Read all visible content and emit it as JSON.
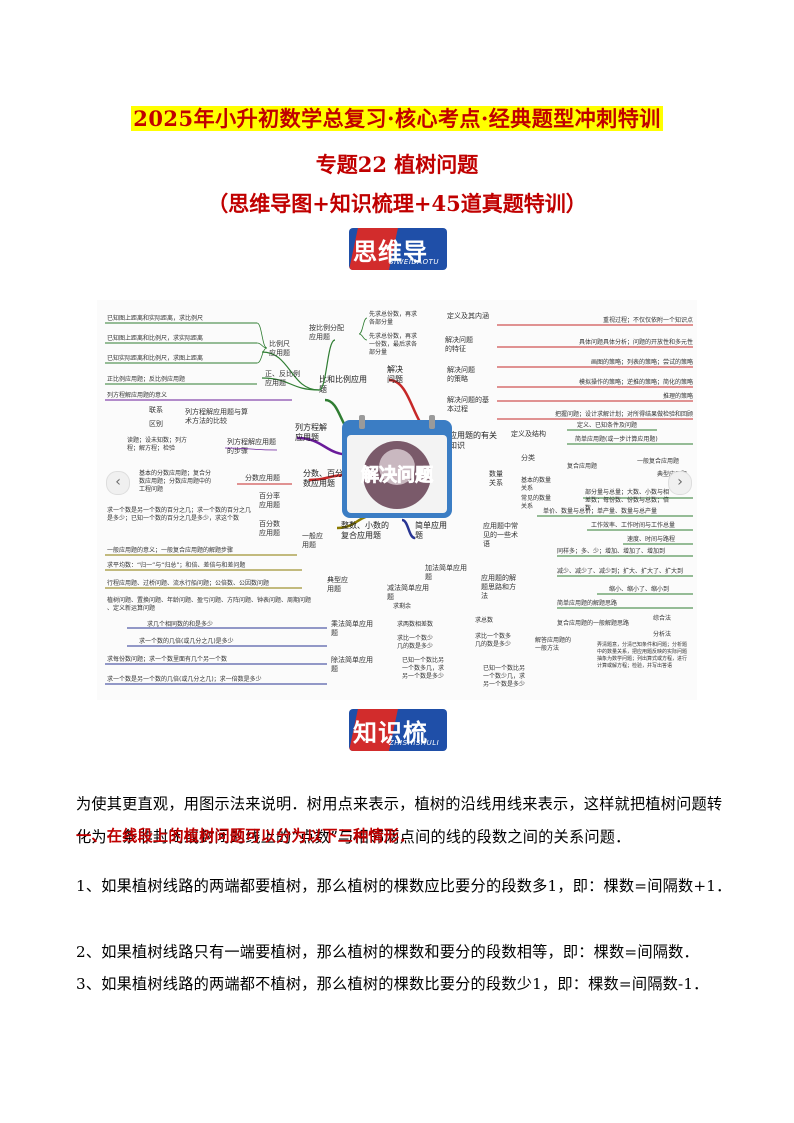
{
  "header": {
    "title": "2025年小升初数学总复习·核心考点·经典题型冲刺特训",
    "topic": "专题22  植树问题",
    "subtitle": "（思维导图+知识梳理+45道真题特训）"
  },
  "badges": {
    "mindmap": {
      "label": "思维导图",
      "pinyin": "SIWEIDAOTU"
    },
    "knowledge": {
      "label": "知识梳理",
      "pinyin": "ZHISHISHULI"
    }
  },
  "mindmap": {
    "center": "解决问题",
    "nav_prev": "‹",
    "nav_next": "›",
    "colors": {
      "green": "#2f7d32",
      "purple": "#6a1b9a",
      "red": "#c62828",
      "blue": "#1f4fa8",
      "olive": "#8a7a00",
      "navy": "#283593"
    },
    "nodes": [
      "比和比例应用题",
      "比例尺应用题",
      "正、反比例应用题",
      "按比例分配应用题",
      "已知图上距离和实际距离，求比例尺",
      "已知图上距离和比例尺，求实际距离",
      "已知实际距离和比例尺，求图上距离",
      "正比例应用题；反比例应用题",
      "先求总份数，再求各部分量",
      "先求总份数，再求一份数，最后求各部分量",
      "列方程解应用题",
      "列方程解应用题的意义",
      "列方程解应用题与算术方法的比较",
      "列方程解应用题的步骤",
      "联系",
      "区别",
      "读题；设未知数；列方程；解方程；检验",
      "分数、百分数应用题",
      "分数应用题",
      "百分率应用题",
      "百分数应用题",
      "基本的分数应用题；复合分数应用题；分数应用题中的工程问题",
      "求一个数是另一个数的百分之几；求一个数的百分之几是多少；已知一个数的百分之几是多少，求这个数",
      "整数、小数的复合应用题",
      "一般应用题",
      "典型应用题",
      "一般应用题的意义；一般复合应用题的解题步骤",
      "求平均数：“归一”与“归总”；和倍、差倍与和差问题",
      "行程应用题、过桥问题、流水行船问题；公倍数、公因数问题",
      "植树问题、置换问题、年龄问题、盈亏问题、方阵问题、钟表问题、周期问题、定义新运算问题",
      "简单应用题",
      "加法简单应用题",
      "减法简单应用题",
      "乘法简单应用题",
      "除法简单应用题",
      "求几个相同数的和是多少",
      "求一个数的几倍(或几分之几)是多少",
      "求每份数问题；求一个数里面有几个另一个数",
      "求一个数是另一个数的几倍(或几分之几)；求一倍数是多少",
      "求剩余",
      "求两数相差数",
      "求比一个数少几的数是多少",
      "求总数",
      "求比一个数多几的数是多少",
      "已知一个数比另一个数多几，求另一个数是多少",
      "已知一个数比另一个数少几，求另一个数是多少",
      "解决问题",
      "定义及其内涵",
      "解决问题的特征",
      "解决问题的策略",
      "解决问题的基本过程",
      "重视过程；不仅仅依附一个知识点",
      "具体问题具体分析；问题的开放性和多元性",
      "画图的策略；列表的策略；尝试的策略",
      "模拟操作的策略；逆推的策略；简化的策略",
      "推理的策略",
      "把握问题；设计求解计划；对所得结果做检验和回顾",
      "应用题的有关知识",
      "定义及结构",
      "定义、已知条件及问题",
      "分类",
      "简单应用题(或一步计算应用题)",
      "复合应用题",
      "一般复合应用题",
      "典型应用题",
      "数量关系",
      "基本的数量关系",
      "部分量与总量；大数、小数与相差数；每份数、份数与总数；倍数",
      "常见的数量关系",
      "单价、数量与总价；单产量、数量与总产量",
      "工作效率、工作时间与工作总量",
      "速度、时间与路程",
      "应用题中常见的一些术语",
      "同样多；多、少；增加、增加了、增加到",
      "减少、减少了、减少到；扩大、扩大了、扩大到",
      "缩小、缩小了、缩小到",
      "应用题的解题思路和方法",
      "简单应用题的解题思路",
      "复合应用题的一般解题思路",
      "综合法",
      "分析法",
      "解答应用题的一般方法",
      "弄清题意，分清已知条件和问题；分析题中的数量关系，把应用题反映的实际问题抽象为数学问题；列出算式或方程，进行计算或解方程；检验，并写出答语"
    ]
  },
  "body": {
    "intro": "为使其更直观，用图示法来说明．树用点来表示，植树的沿线用线来表示，这样就把植树问题转化为一条非封闭或封闭的线上的“点数”与相邻两点间的线的段数之间的关系问题．",
    "section_heading": "一、在线段上的植树问题可以分为以下三种情形．",
    "item1": "1、如果植树线路的两端都要植树，那么植树的棵数应比要分的段数多1，即：棵数=间隔数+1．",
    "item2": "2、如果植树线路只有一端要植树，那么植树的棵数和要分的段数相等，即：棵数=间隔数．",
    "item3": "3、如果植树线路的两端都不植树，那么植树的棵数比要分的段数少1，即：棵数=间隔数-1．"
  }
}
